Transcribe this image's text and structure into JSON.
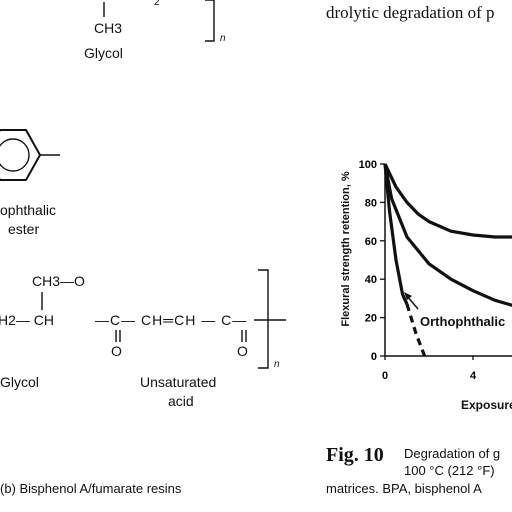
{
  "top_text": "drolytic degradation of p",
  "structure_a": {
    "methyl": "CH3",
    "label": "Glycol",
    "repeat": "n",
    "superscript": "2"
  },
  "structure_mid": {
    "label_line1": "ophthalic",
    "label_line2": "ester"
  },
  "structure_b": {
    "ch3o": "CH3—O",
    "left_fragment": "H2— CH",
    "chain": "—C— CH═CH — C—",
    "oxygen_1": "O",
    "oxygen_2": "O",
    "glycol_label": "Glycol",
    "acid_label_line1": "Unsaturated",
    "acid_label_line2": "acid",
    "repeat": "n",
    "caption": "(b) Bisphenol A/fumarate resins"
  },
  "figure": {
    "number": "Fig. 10",
    "caption_line1": "Degradation of g",
    "caption_line2": "100 °C (212 °F)",
    "caption_line3": "matrices. BPA, bisphenol A"
  },
  "chart_data": {
    "type": "line",
    "ylabel": "Flexural strength retention, %",
    "xlabel": "Exposure",
    "ylim": [
      0,
      100
    ],
    "xlim": [
      0,
      6.5
    ],
    "yticks": [
      "0",
      "20",
      "40",
      "60",
      "80",
      "100"
    ],
    "xticks": [
      "0",
      "4"
    ],
    "annotation": "Orthophthalic",
    "series": [
      {
        "style": "solid",
        "values": [
          [
            0,
            100
          ],
          [
            0.5,
            88
          ],
          [
            1,
            80
          ],
          [
            1.5,
            74
          ],
          [
            2,
            70
          ],
          [
            3,
            65
          ],
          [
            4,
            63
          ],
          [
            5,
            62
          ],
          [
            6.5,
            62
          ]
        ]
      },
      {
        "style": "solid",
        "values": [
          [
            0,
            100
          ],
          [
            0.3,
            82
          ],
          [
            1,
            62
          ],
          [
            2,
            48
          ],
          [
            3,
            40
          ],
          [
            4,
            34
          ],
          [
            5,
            29
          ],
          [
            6.5,
            24
          ]
        ]
      },
      {
        "style": "solid",
        "values": [
          [
            0,
            100
          ],
          [
            0.2,
            76
          ],
          [
            0.5,
            50
          ],
          [
            0.8,
            32
          ],
          [
            1,
            27
          ]
        ]
      },
      {
        "style": "dashed",
        "values": [
          [
            1,
            27
          ],
          [
            1.4,
            12
          ],
          [
            1.8,
            0
          ]
        ]
      }
    ]
  }
}
